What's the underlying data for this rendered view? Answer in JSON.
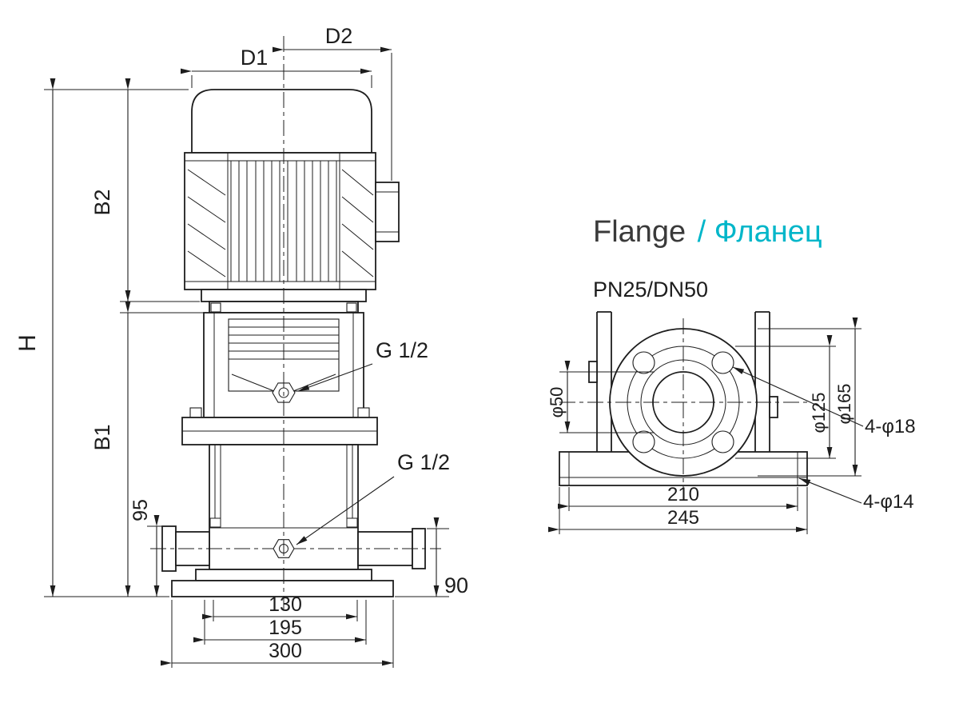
{
  "title": {
    "en": "Flange",
    "ru": "/ Фланец"
  },
  "flange": {
    "spec": "PN25/DN50",
    "dims": {
      "bore": "φ50",
      "bolt_circle": "φ125",
      "outer": "φ165",
      "bolt_holes": "4-φ18",
      "base_holes": "4-φ14",
      "width_inner": "210",
      "width_outer": "245"
    }
  },
  "pump": {
    "dims": {
      "d1": "D1",
      "d2": "D2",
      "h": "H",
      "b1": "B1",
      "b2": "B2",
      "port_upper": "G 1/2",
      "port_lower": "G 1/2",
      "height_95": "95",
      "height_90": "90",
      "base_130": "130",
      "base_195": "195",
      "base_300": "300"
    }
  },
  "colors": {
    "line": "#1d1d1d",
    "accent": "#00b6c9"
  }
}
